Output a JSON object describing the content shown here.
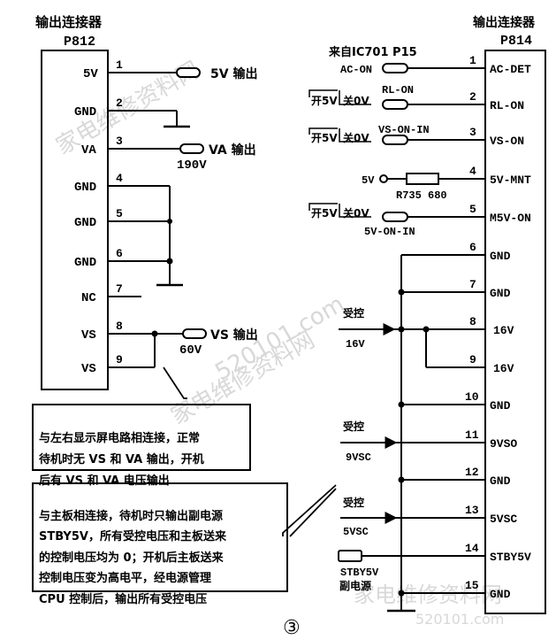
{
  "left_connector": {
    "title": "输出连接器",
    "name": "P812",
    "pins": [
      {
        "num": "1",
        "label": "5V"
      },
      {
        "num": "2",
        "label": "GND"
      },
      {
        "num": "3",
        "label": "VA"
      },
      {
        "num": "4",
        "label": "GND"
      },
      {
        "num": "5",
        "label": "GND"
      },
      {
        "num": "6",
        "label": "GND"
      },
      {
        "num": "7",
        "label": "NC"
      },
      {
        "num": "8",
        "label": "VS"
      },
      {
        "num": "9",
        "label": "VS"
      }
    ],
    "outputs": {
      "out_5v": "5V 输出",
      "out_va": "VA 输出",
      "va_value": "190V",
      "out_vs": "VS 输出",
      "vs_value": "60V"
    }
  },
  "right_connector": {
    "title": "输出连接器",
    "name": "P814",
    "pins": [
      {
        "num": "1",
        "label": "AC-DET"
      },
      {
        "num": "2",
        "label": "RL-ON"
      },
      {
        "num": "3",
        "label": "VS-ON"
      },
      {
        "num": "4",
        "label": "5V-MNT"
      },
      {
        "num": "5",
        "label": "M5V-ON"
      },
      {
        "num": "6",
        "label": "GND"
      },
      {
        "num": "7",
        "label": "GND"
      },
      {
        "num": "8",
        "label": "16V"
      },
      {
        "num": "9",
        "label": "16V"
      },
      {
        "num": "10",
        "label": "GND"
      },
      {
        "num": "11",
        "label": "9VSO"
      },
      {
        "num": "12",
        "label": "GND"
      },
      {
        "num": "13",
        "label": "5VSC"
      },
      {
        "num": "14",
        "label": "STBY5V"
      },
      {
        "num": "15",
        "label": "GND"
      }
    ],
    "signals": {
      "source": "来自IC701 P15",
      "ac_on": "AC-ON",
      "rl_on": "RL-ON",
      "vs_on_in": "VS-ON-IN",
      "v5": "5V",
      "resistor": "R735  680",
      "v5_on_in": "5V-ON-IN",
      "open": "开5V",
      "close": "关0V",
      "controlled": "受控",
      "v16": "16V",
      "v9vsc": "9VSC",
      "v5vsc": "5VSC",
      "stby": "STBY5V",
      "sub_power": "副电源"
    }
  },
  "notes": {
    "note1": "与左右显示屏电路相连接，正常\n待机时无 VS 和 VA 输出，开机\n后有 VS 和 VA 电压输出",
    "note2": "与主板相连接，待机时只输出副电源\nSTBY5V，所有受控电压和主板送来\n的控制电压均为 0；开机后主板送来\n控制电压变为高电平，经电源管理\nCPU 控制后，输出所有受控电压"
  },
  "figure_number": "③",
  "watermark": {
    "site_name": "家电维修资料网",
    "domain": "520101.com"
  }
}
